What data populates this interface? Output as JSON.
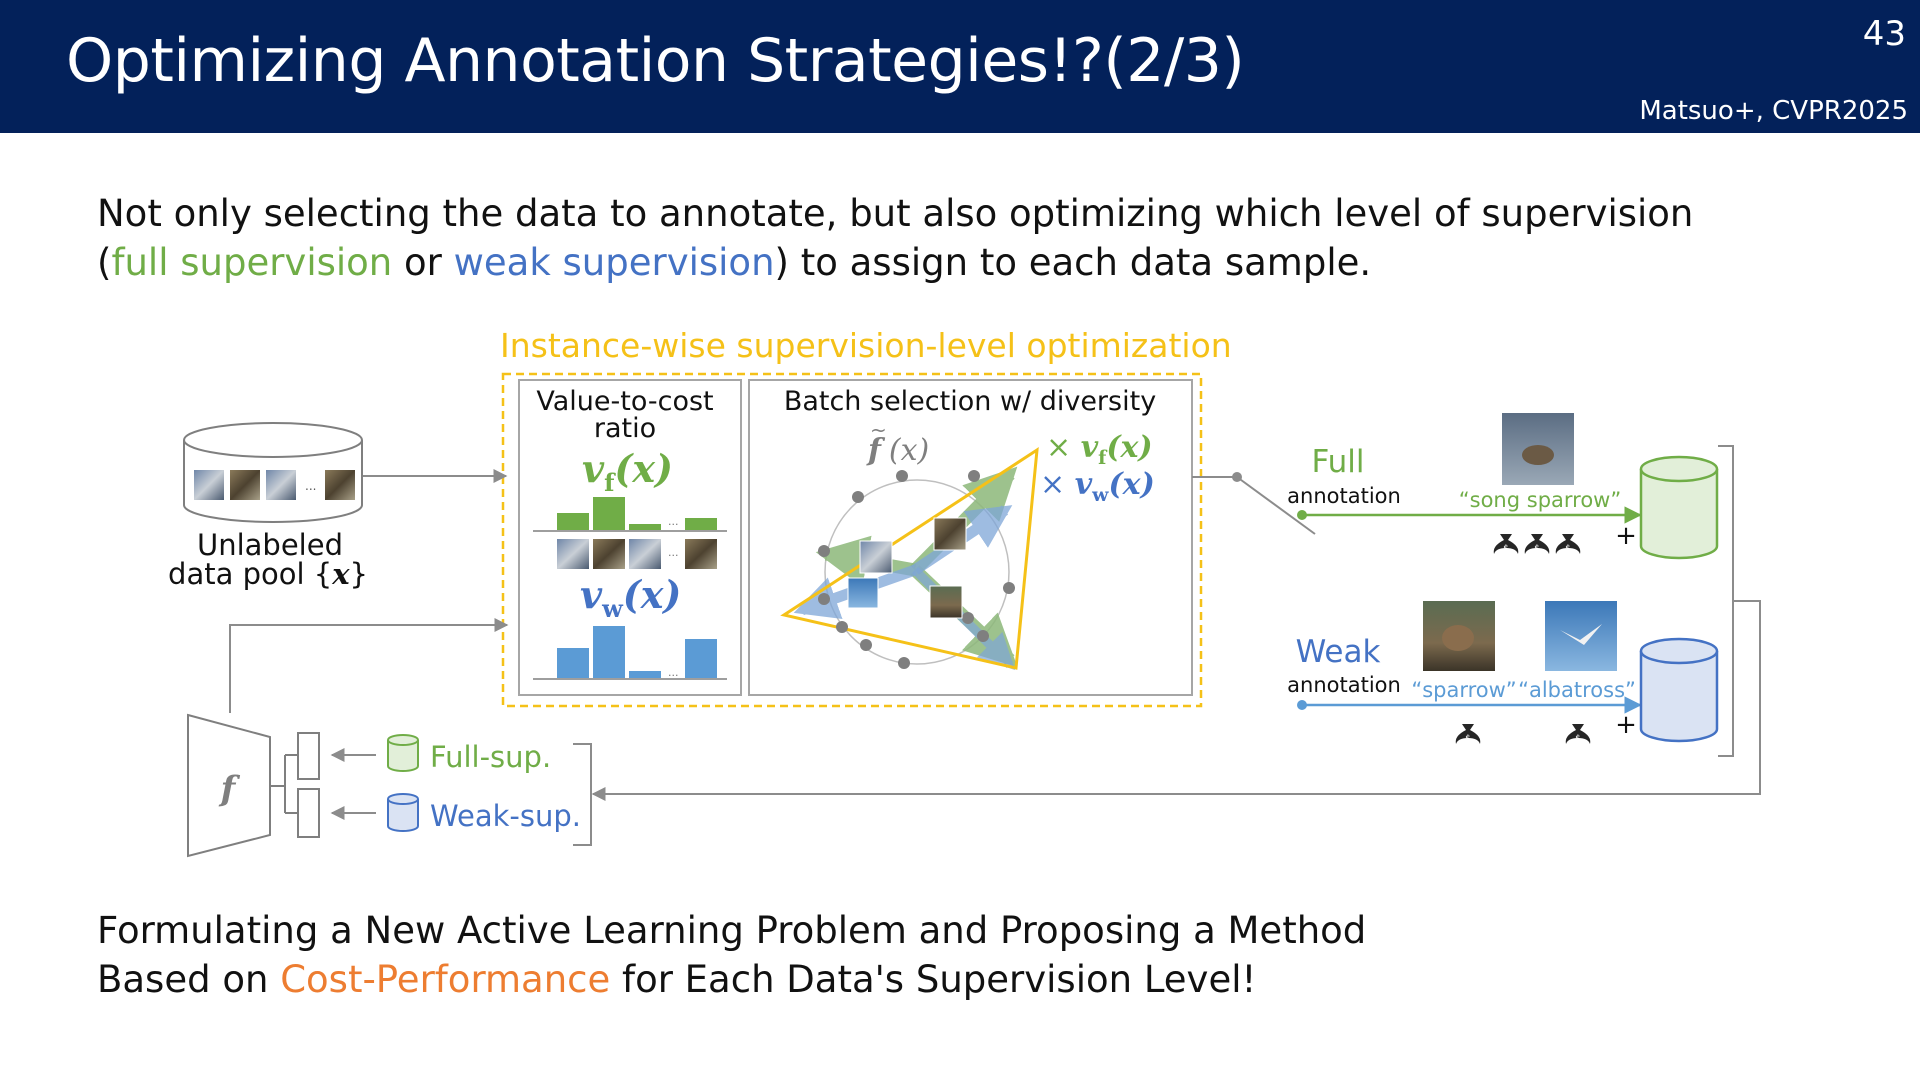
{
  "header": {
    "title": "Optimizing Annotation Strategies!?(2/3)",
    "page_number": "43",
    "citation": "Matsuo+, CVPR2025"
  },
  "intro": {
    "line1": "Not only selecting the data to annotate, but also optimizing which level of supervision",
    "paren_open": "(",
    "full_supervision": "full supervision",
    "or": " or ",
    "weak_supervision": "weak supervision",
    "rest": ") to assign to each data sample."
  },
  "diagram": {
    "optimization_title": "Instance-wise supervision-level optimization",
    "pool_label_line1": "Unlabeled",
    "pool_label_line2": "data pool {",
    "pool_label_var": "x",
    "pool_label_close": "}",
    "ellipsis": "...",
    "value_box_title_line1": "Value-to-cost",
    "value_box_title_line2": "ratio",
    "vf_v": "v",
    "vf_sub": "f",
    "vf_arg": "(x)",
    "vw_v": "v",
    "vw_sub": "w",
    "vw_arg": "(x)",
    "batch_box_title": "Batch selection w/ diversity",
    "f_tilde": "f",
    "f_tilde_arg": "(x)",
    "times_vf_prefix": "× ",
    "times_vf_v": "v",
    "times_vf_sub": "f",
    "times_vf_arg": "(x)",
    "times_vw_prefix": "× ",
    "times_vw_v": "v",
    "times_vw_sub": "w",
    "times_vw_arg": "(x)",
    "full_label": "Full",
    "full_sublabel": "annotation",
    "full_example": "“song sparrow”",
    "weak_label": "Weak",
    "weak_sublabel": "annotation",
    "weak_example1": "“sparrow”",
    "weak_example2": "“albatross”",
    "plus": "+",
    "model_symbol": "f",
    "full_sup_legend": "Full-sup.",
    "weak_sup_legend": "Weak-sup.",
    "cost_icon": "money-bag-icon",
    "colors": {
      "full": "#70ad47",
      "weak": "#4472c4",
      "optimization": "#f5c118",
      "header": "#03215a"
    }
  },
  "conclusion": {
    "line1": "Formulating a New Active Learning Problem and Proposing a Method",
    "line2_prefix": "Based on ",
    "cost_performance": "Cost-Performance",
    "line2_suffix": " for Each Data's Supervision Level!"
  }
}
